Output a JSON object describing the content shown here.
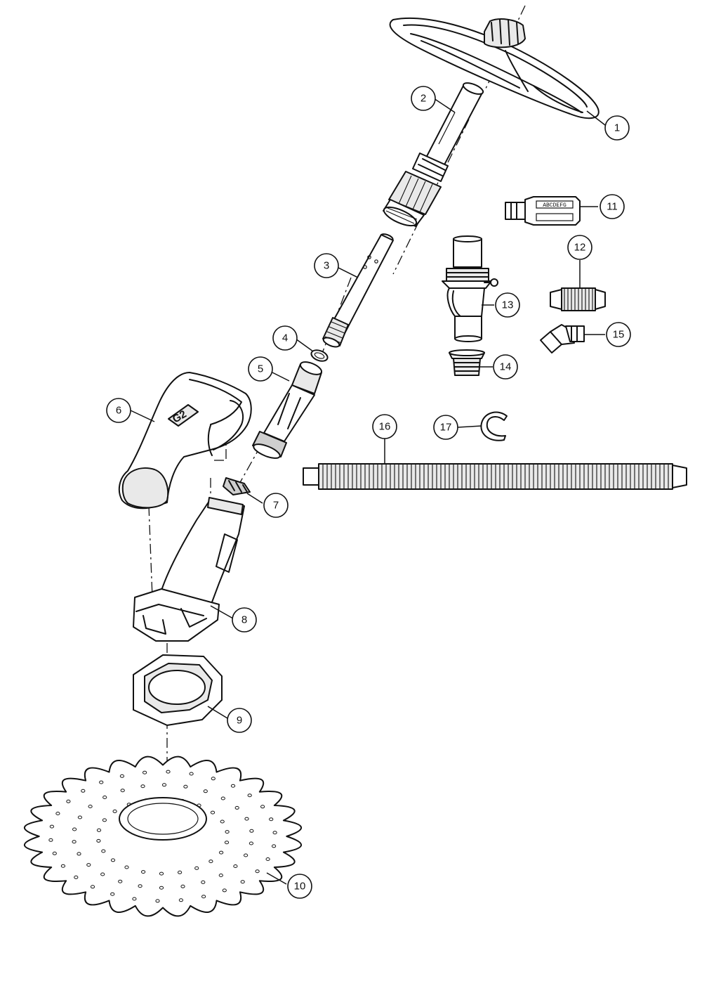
{
  "parts": [
    {
      "number": "1"
    },
    {
      "number": "2"
    },
    {
      "number": "3"
    },
    {
      "number": "4"
    },
    {
      "number": "5"
    },
    {
      "number": "6"
    },
    {
      "number": "7"
    },
    {
      "number": "8"
    },
    {
      "number": "9"
    },
    {
      "number": "10"
    },
    {
      "number": "11"
    },
    {
      "number": "12"
    },
    {
      "number": "13"
    },
    {
      "number": "14"
    },
    {
      "number": "15"
    },
    {
      "number": "16"
    },
    {
      "number": "17"
    }
  ],
  "logo_text": "G2",
  "gauge_text": "ABCDEFG"
}
